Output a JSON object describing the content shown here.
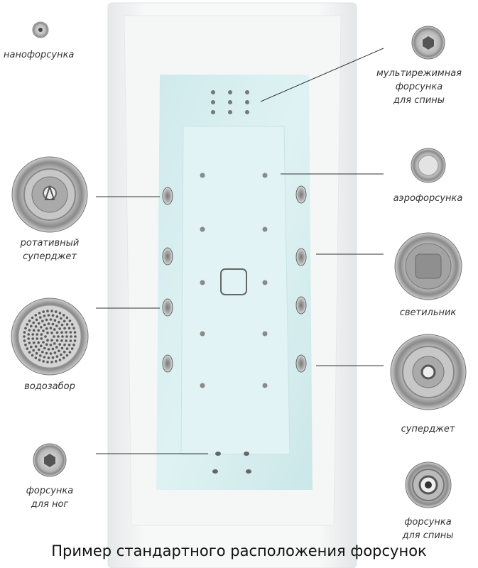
{
  "caption": "Пример стандартного расположения форсунок",
  "labels": {
    "nano": "нанофорсунка",
    "multi_back": "мультирежимная\nфорсунка\nдля спины",
    "rotary": "ротативный\nсуперджет",
    "aero": "аэрофорсунка",
    "light": "светильник",
    "intake": "водозабор",
    "superjet": "суперджет",
    "foot": "форсунка\nдля ног",
    "back": "форсунка\nдля спины"
  },
  "colors": {
    "water": "#d4eef0",
    "tub": "#f1f3f3",
    "metal": "#9a9a9a"
  }
}
